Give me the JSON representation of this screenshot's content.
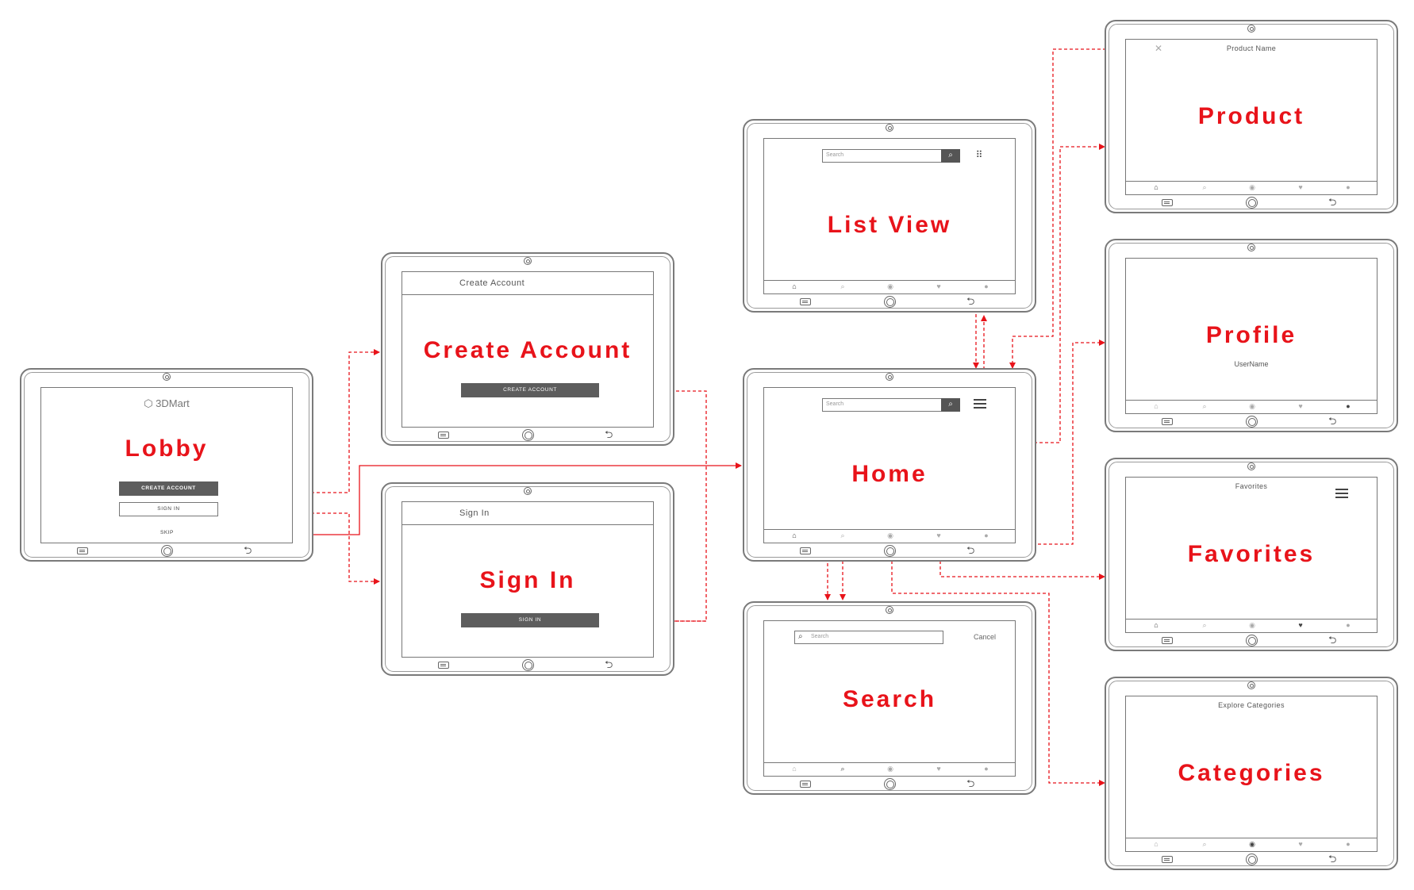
{
  "screens": {
    "lobby": {
      "title": "Lobby",
      "logo": "3DMart",
      "create_btn": "CREATE ACCOUNT",
      "signin_btn": "SIGN IN",
      "skip": "SKIP"
    },
    "create_account": {
      "title": "Create Account",
      "header": "Create Account",
      "button": "CREATE ACCOUNT"
    },
    "sign_in": {
      "title": "Sign In",
      "header": "Sign In",
      "button": "SIGN IN"
    },
    "list_view": {
      "title": "List View",
      "search_placeholder": "Search"
    },
    "home": {
      "title": "Home",
      "search_placeholder": "Search"
    },
    "search": {
      "title": "Search",
      "search_placeholder": "Search",
      "cancel": "Cancel"
    },
    "product": {
      "title": "Product",
      "header": "Product Name"
    },
    "profile": {
      "title": "Profile",
      "subtitle": "UserName"
    },
    "favorites": {
      "title": "Favorites",
      "header": "Favorites"
    },
    "categories": {
      "title": "Categories",
      "header": "Explore Categories"
    }
  },
  "colors": {
    "wire": "#e8131a",
    "title": "#e8131a",
    "frame": "#7a7a7a",
    "button": "#5d5d5d"
  },
  "icons": {
    "tabs": [
      "home-icon",
      "search-icon",
      "compass-icon",
      "heart-icon",
      "user-icon"
    ]
  }
}
